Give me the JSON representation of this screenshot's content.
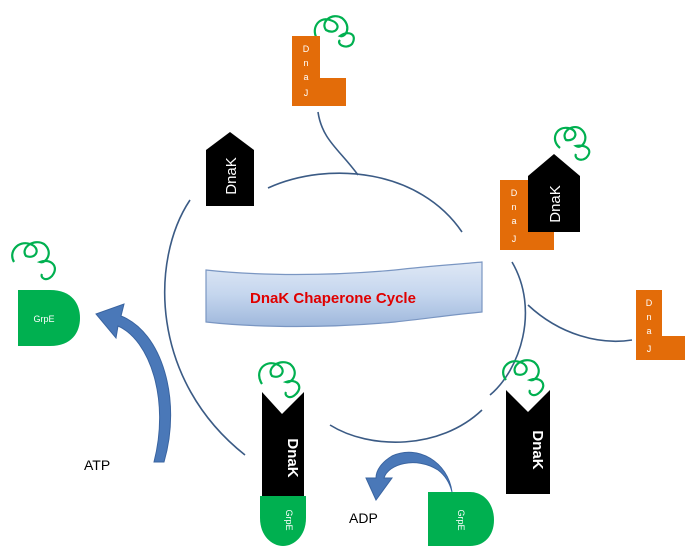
{
  "banner": {
    "title": "DnaK Chaperone Cycle"
  },
  "labels": {
    "atp": "ATP",
    "adp": "ADP"
  },
  "proteins": {
    "dnak": "DnaK",
    "dnaj_letters": [
      "D",
      "n",
      "a",
      "J"
    ],
    "grpe": "GrpE"
  },
  "colors": {
    "dnaj": "#e36c09",
    "dnak": "#000000",
    "grpe": "#00b050",
    "substrate": "#00b050",
    "cycle_line": "#3b5b85",
    "arrow": "#4a78b8",
    "banner_fill": "#c5d6ee",
    "banner_text": "#e00000"
  }
}
